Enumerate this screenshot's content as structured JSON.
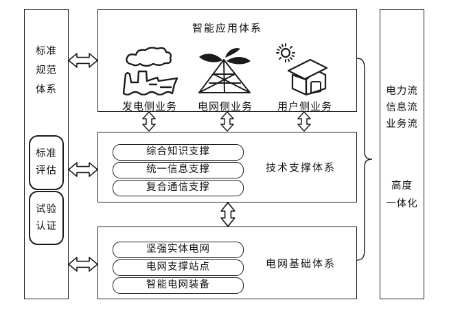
{
  "left_panel": {
    "title_lines": [
      "标准",
      "规范",
      "体系"
    ],
    "boxes": [
      {
        "lines": [
          "标准",
          "评估"
        ]
      },
      {
        "lines": [
          "试验",
          "认证"
        ]
      }
    ]
  },
  "application_layer": {
    "title": "智能应用体系",
    "items": [
      {
        "icon": "power-plant-icon",
        "label": "发电侧业务"
      },
      {
        "icon": "transmission-tower-icon",
        "label": "电网侧业务"
      },
      {
        "icon": "house-sun-icon",
        "label": "用户侧业务"
      }
    ]
  },
  "support_layer": {
    "title": "技术支撑体系",
    "items": [
      "综合知识支撑",
      "统一信息支撑",
      "复合通信支撑"
    ]
  },
  "foundation_layer": {
    "title": "电网基础体系",
    "items": [
      "坚强实体电网",
      "电网支撑站点",
      "智能电网装备"
    ]
  },
  "right_panel": {
    "flow_lines": [
      "电力流",
      "信息流",
      "业务流"
    ],
    "integration_lines": [
      "高度",
      "一体化"
    ]
  },
  "colors": {
    "stroke": "#1b1b1b",
    "background": "#ffffff"
  }
}
